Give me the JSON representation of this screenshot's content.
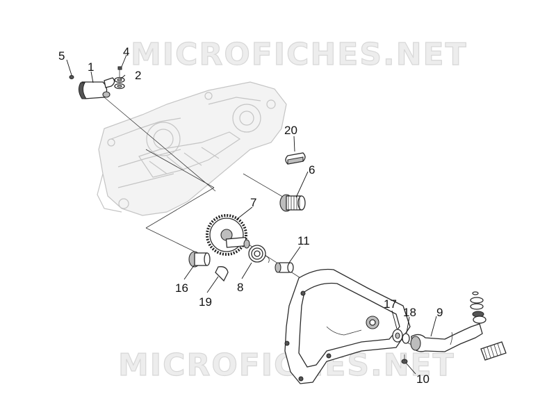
{
  "watermark": {
    "text": "MICROFICHES.NET"
  },
  "callouts": [
    "1",
    "2",
    "4",
    "5",
    "6",
    "7",
    "8",
    "9",
    "10",
    "11",
    "16",
    "17",
    "18",
    "19",
    "20"
  ]
}
